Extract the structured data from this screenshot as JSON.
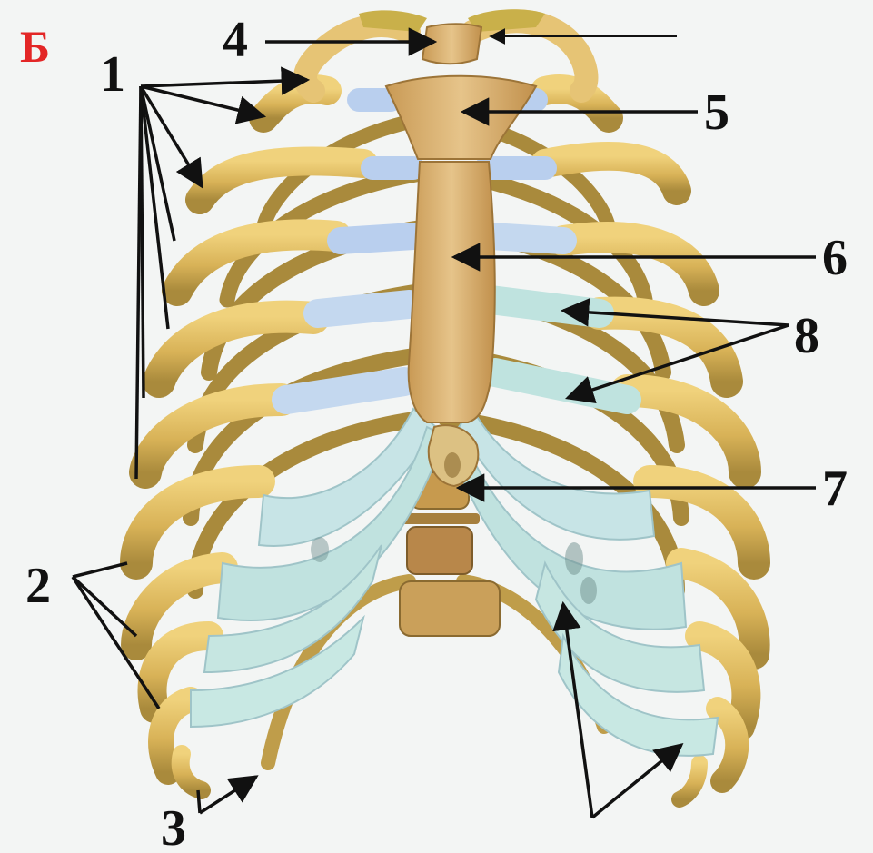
{
  "panel_label": "Б",
  "labels": {
    "l1": "1",
    "l2": "2",
    "l3": "3",
    "l4": "4",
    "l5": "5",
    "l6": "6",
    "l7": "7",
    "l8": "8"
  },
  "colors": {
    "background": "#f3f5f4",
    "bone": "#d9b55a",
    "bone_dark": "#a98a3c",
    "cartilage": "#bfe3df",
    "cartilage_blue": "#b9cfee",
    "sternum": "#d7ad6a",
    "panel_label": "#e32626",
    "leader_lines": "#111111"
  }
}
